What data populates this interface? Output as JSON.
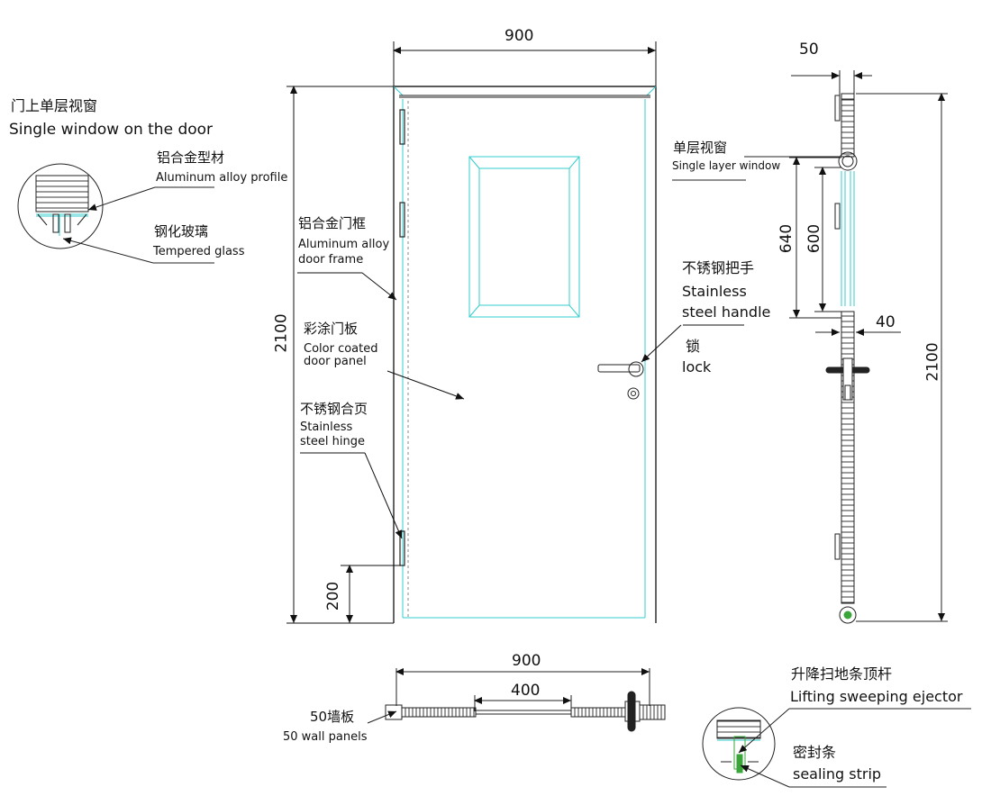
{
  "colors": {
    "line": "#222222",
    "accent": "#33cccc",
    "green": "#3aa63a"
  },
  "dimensions": {
    "door_width_top": "900",
    "door_height_left": "2100",
    "hinge_offset": "200",
    "side_thickness": "50",
    "side_window_outer": "640",
    "side_window_inner": "600",
    "side_gap": "40",
    "side_height": "2100",
    "plan_width": "900",
    "plan_inner": "400"
  },
  "labels": {
    "single_window_zh": "门上单层视窗",
    "single_window_en": "Single window on the door",
    "alu_profile_zh": "铝合金型材",
    "alu_profile_en": "Aluminum alloy profile",
    "tempered_glass_zh": "钢化玻璃",
    "tempered_glass_en": "Tempered glass",
    "alu_frame_zh": "铝合金门框",
    "alu_frame_en1": "Aluminum alloy",
    "alu_frame_en2": "door frame",
    "color_panel_zh": "彩涂门板",
    "color_panel_en1": "Color coated",
    "color_panel_en2": "door panel",
    "hinge_zh": "不锈钢合页",
    "hinge_en1": "Stainless",
    "hinge_en2": "steel hinge",
    "handle_zh": "不锈钢把手",
    "handle_en1": "Stainless",
    "handle_en2": "steel handle",
    "lock_zh": "锁",
    "lock_en": "lock",
    "side_window_zh": "单层视窗",
    "side_window_en": "Single layer window",
    "wall_panels_zh": "50墙板",
    "wall_panels_en": "50 wall panels",
    "ejector_zh": "升降扫地条顶杆",
    "ejector_en": "Lifting sweeping ejector",
    "sealing_zh": "密封条",
    "sealing_en": "sealing strip"
  }
}
